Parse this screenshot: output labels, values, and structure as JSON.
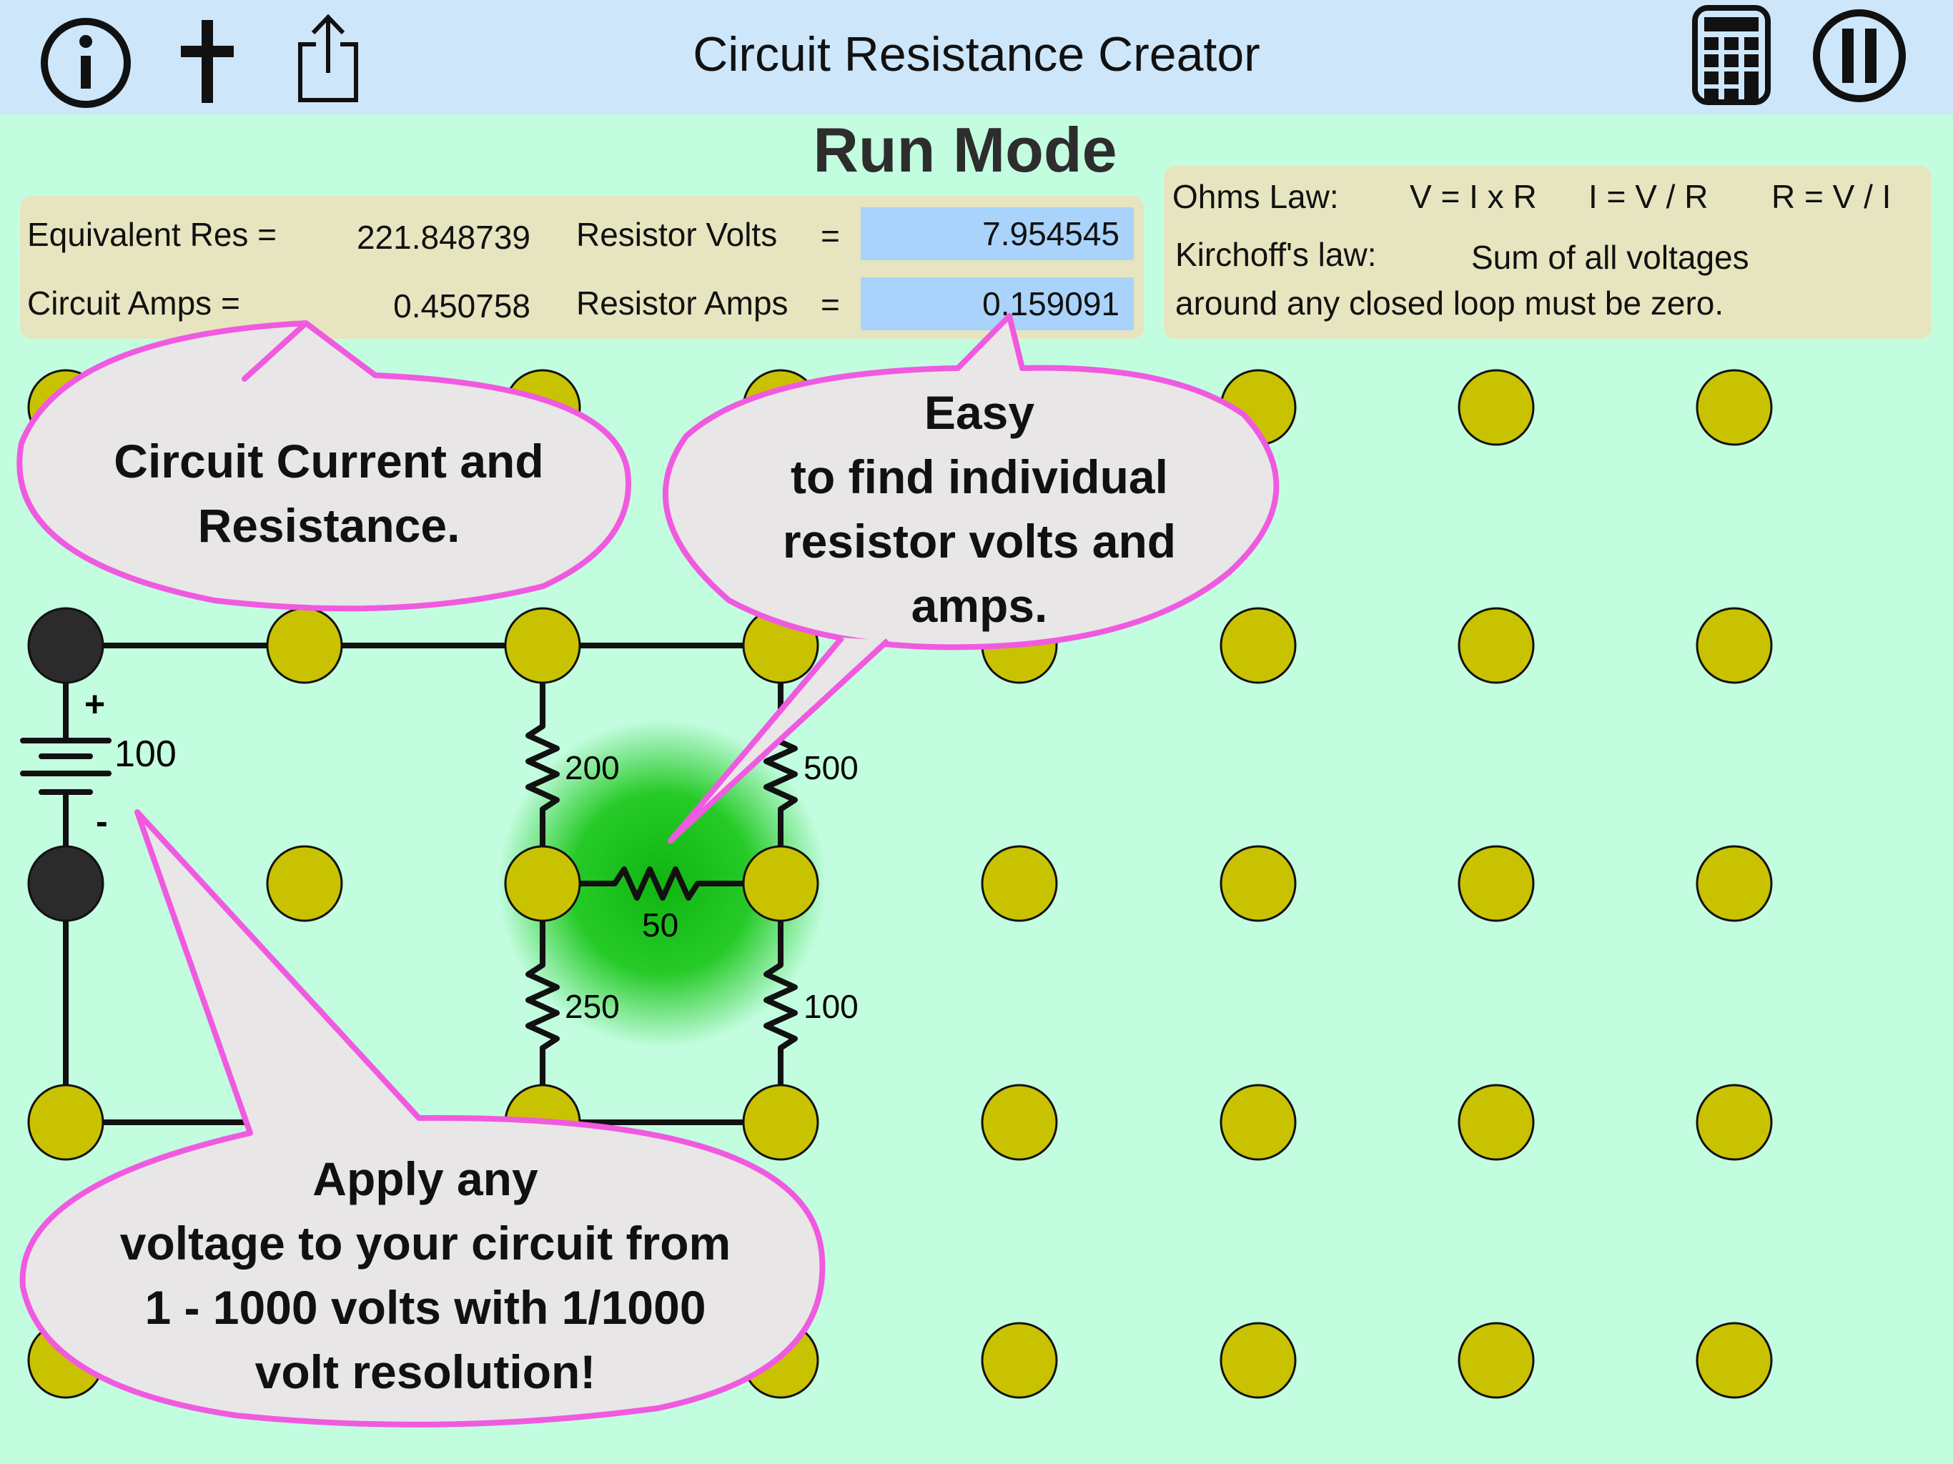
{
  "header": {
    "title": "Circuit Resistance Creator",
    "icons": [
      "info-icon",
      "plus-icon",
      "share-icon",
      "calculator-icon",
      "pause-icon"
    ]
  },
  "mode_label": "Run Mode",
  "results": {
    "equiv_res_label": "Equivalent Res =",
    "equiv_res_value": "221.848739",
    "circuit_amps_label": "Circuit Amps =",
    "circuit_amps_value": "0.450758",
    "resistor_volts_label": "Resistor Volts",
    "resistor_volts_value": "7.954545",
    "resistor_amps_label": "Resistor Amps",
    "resistor_amps_value": "0.159091",
    "equals": "="
  },
  "laws": {
    "ohms_label": "Ohms Law:",
    "ohms_1": "V = I x R",
    "ohms_2": "I = V / R",
    "ohms_3": "R = V / I",
    "kirchoff_label": "Kirchoff's law:",
    "kirchoff_1": "Sum of all voltages",
    "kirchoff_2": "around any closed loop must be zero."
  },
  "circuit": {
    "battery_volts": "100",
    "plus": "+",
    "minus": "-",
    "resistors": [
      {
        "id": "r200",
        "value": "200"
      },
      {
        "id": "r500",
        "value": "500"
      },
      {
        "id": "r50",
        "value": "50"
      },
      {
        "id": "r250",
        "value": "250"
      },
      {
        "id": "r100",
        "value": "100"
      }
    ]
  },
  "callouts": {
    "circuit_current": [
      "Circuit Current and",
      "Resistance."
    ],
    "easy": [
      "Easy",
      "to find individual",
      "resistor volts and",
      "amps."
    ],
    "apply": [
      "Apply any",
      "voltage to your circuit from",
      "1 - 1000 volts with 1/1000",
      "volt resolution!"
    ]
  },
  "colors": {
    "background": "#c3fde0",
    "toolbar": "#cde6fa",
    "node": "#c9c200",
    "node_dark": "#2b2b2b",
    "panel": "#e6e5bf",
    "value_box": "#a9d3fa",
    "callout_fill": "#e8e6e6",
    "callout_border": "#f05ae0",
    "highlight": "#1ec81e"
  }
}
